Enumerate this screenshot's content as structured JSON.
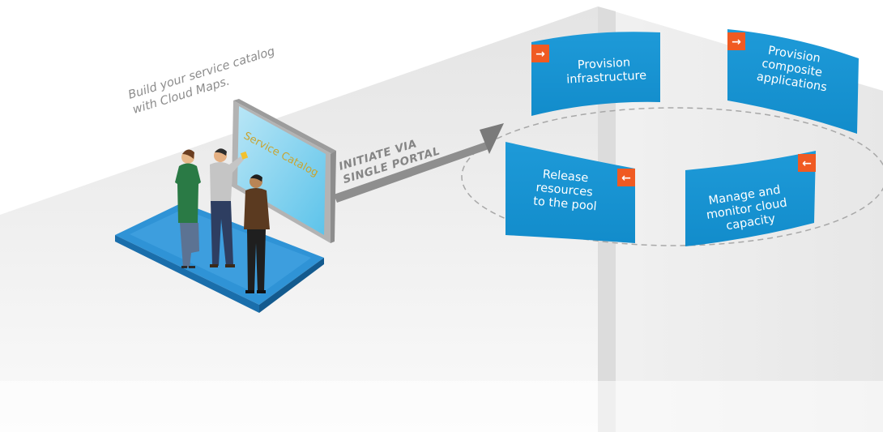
{
  "tagline": [
    "Build your service catalog",
    "with Cloud Maps."
  ],
  "screen_label": "Service Catalog",
  "portal_label": [
    "INITIATE VIA",
    "SINGLE PORTAL"
  ],
  "panels": [
    {
      "lines": [
        "Provision",
        "infrastructure"
      ],
      "badge": "→"
    },
    {
      "lines": [
        "Provision",
        "composite",
        "applications"
      ],
      "badge": "→"
    },
    {
      "lines": [
        "Release",
        "resources",
        "to the pool"
      ],
      "badge": "←"
    },
    {
      "lines": [
        "Manage and",
        "monitor cloud",
        "capacity"
      ],
      "badge": "←"
    }
  ],
  "colors": {
    "panel_blue": "#1a95d3",
    "badge_orange": "#f05a22",
    "platform_blue": "#2a8cd0",
    "wall_grey": "#ededed"
  }
}
